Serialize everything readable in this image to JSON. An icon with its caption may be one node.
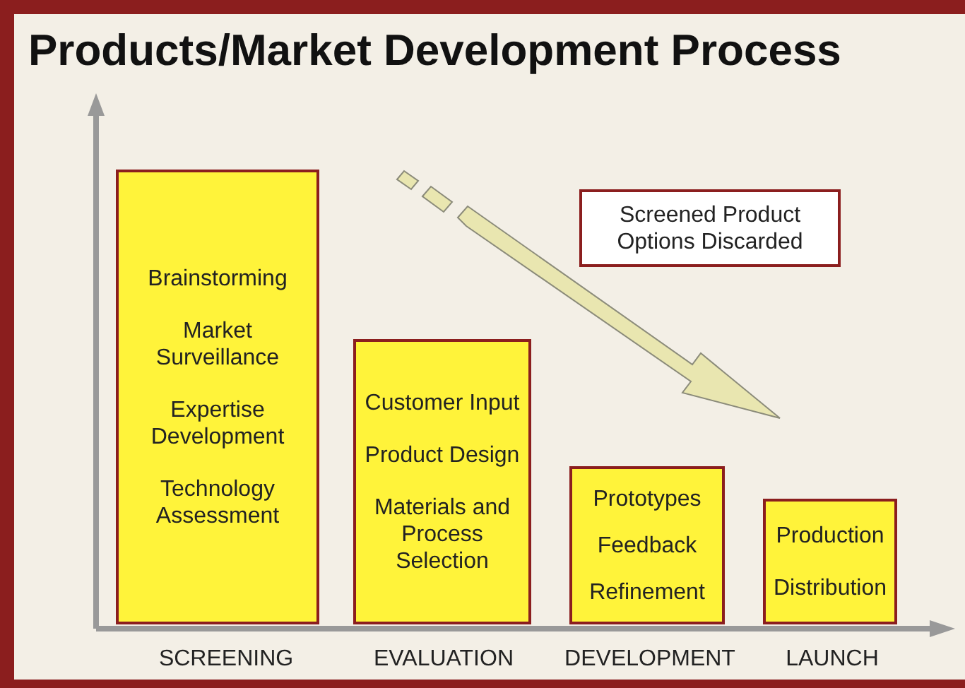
{
  "diagram": {
    "title": "Products/Market Development Process",
    "nodes": [
      {
        "text": [
          "Brainstorming",
          "Market Surveillance",
          "Expertise Development",
          "Technology Assessment"
        ]
      },
      {
        "text": [
          "Customer Input",
          "Product Design",
          "Materials and Process Selection"
        ]
      },
      {
        "text": [
          "Prototypes",
          "Feedback",
          "Refinement"
        ]
      },
      {
        "text": [
          "Production",
          "Distribution"
        ]
      },
      {
        "text": [
          "Screened Product Options Discarded"
        ]
      }
    ],
    "edges": [],
    "labels": [
      "SCREENING",
      "EVALUATION",
      "DEVELOPMENT",
      "LAUNCH"
    ]
  }
}
